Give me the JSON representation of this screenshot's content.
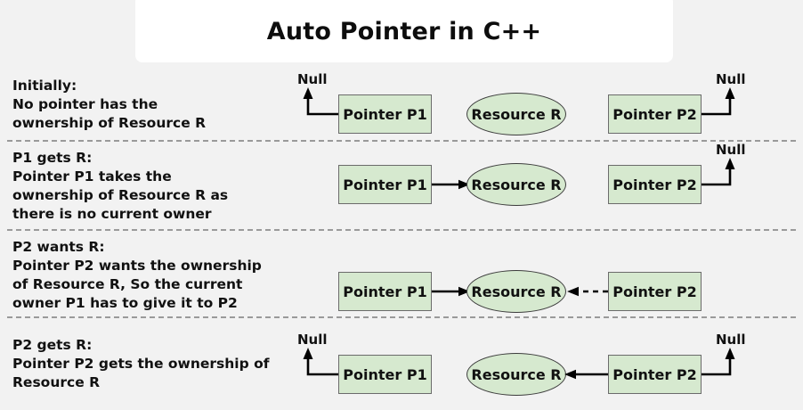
{
  "header": {
    "title": "Auto Pointer in C++"
  },
  "labels": {
    "null": "Null",
    "pointer_p1": "Pointer P1",
    "pointer_p2": "Pointer P2",
    "resource_r": "Resource R"
  },
  "colors": {
    "background": "#f2f2f2",
    "title_card": "#ffffff",
    "node_fill": "#d6e9cf",
    "node_stroke": "#6b6b6b",
    "ellipse_stroke": "#3d3d3d",
    "text": "#111111",
    "divider": "#9a9a9a",
    "arrow": "#000000"
  },
  "steps": [
    {
      "id": "initially",
      "heading": "Initially:",
      "body": "No pointer has the\nownership of Resource R",
      "caption": "Initially:\nNo pointer has the\nownership of Resource R",
      "p1_target": "Null",
      "p2_target": "Null",
      "p1_link": "null-up-left",
      "p2_link": "null-up-right",
      "p1_to_resource": false,
      "p2_to_resource": false,
      "p2_link_style": "none"
    },
    {
      "id": "p1-gets-r",
      "heading": "P1 gets R:",
      "body": "Pointer P1 takes the\nownership of Resource R as\nthere is no current owner",
      "caption": "P1 gets R:\nPointer P1 takes the\nownership of Resource R as\nthere is no current owner",
      "p1_target": "Resource R",
      "p2_target": "Null",
      "p1_link": "solid-arrow-to-resource",
      "p2_link": "null-up-right",
      "p1_to_resource": true,
      "p2_to_resource": false,
      "p2_link_style": "none"
    },
    {
      "id": "p2-wants-r",
      "heading": "P2 wants R:",
      "body": "Pointer P2 wants the ownership\nof Resource R, So the current\nowner P1 has to give it to P2",
      "caption": "P2 wants R:\nPointer P2 wants the ownership\nof Resource R, So the current\nowner P1 has to give it to P2",
      "p1_target": "Resource R",
      "p2_target": "Resource R",
      "p1_link": "solid-arrow-to-resource",
      "p2_link": "dashed-arrow-to-resource",
      "p1_to_resource": true,
      "p2_to_resource": true,
      "p2_link_style": "dashed"
    },
    {
      "id": "p2-gets-r",
      "heading": "P2 gets R:",
      "body": "Pointer P2 gets the ownership of\nResource R",
      "caption": "P2 gets R:\nPointer P2 gets the ownership of\nResource R",
      "p1_target": "Null",
      "p2_target": "Resource R",
      "p1_link": "null-up-left",
      "p2_link": "solid-arrow-to-resource",
      "p1_to_resource": false,
      "p2_to_resource": true,
      "p2_link_style": "solid"
    }
  ]
}
